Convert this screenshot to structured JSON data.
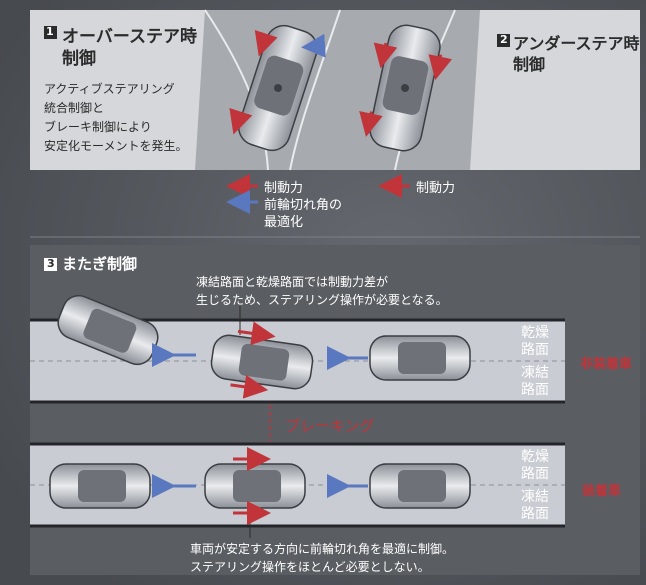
{
  "top": {
    "over_number": "1",
    "over_title_line1": "オーバーステア時",
    "over_title_line2": "制御",
    "over_desc": [
      "アクティブステアリング",
      "統合制御と",
      "ブレーキ制御により",
      "安定化モーメントを発生。"
    ],
    "under_number": "2",
    "under_title_line1": "アンダーステア時",
    "under_title_line2": "制御",
    "legend_brake_left": "制動力",
    "legend_angle_line1": "前輪切れ角の",
    "legend_angle_line2": "最適化",
    "legend_brake_right": "制動力"
  },
  "bottom": {
    "straddle_number": "3",
    "straddle_title": "またぎ制御",
    "note_top_line1": "凍結路面と乾燥路面では制動力差が",
    "note_top_line2": "生じるため、ステアリング操作が必要となる。",
    "dry_line1": "乾燥",
    "dry_line2": "路面",
    "frozen_line1": "凍結",
    "frozen_line2": "路面",
    "label_without": "非装着車",
    "braking": "ブレーキング",
    "dry2_line1": "乾燥",
    "dry2_line2": "路面",
    "frozen2_line1": "凍結",
    "frozen2_line2": "路面",
    "label_with": "装着車",
    "note_bottom_line1": "車両が安定する方向に前輪切れ角を最適に制御。",
    "note_bottom_line2": "ステアリング操作をほとんど必要としない。"
  },
  "colors": {
    "background": "#4e5156",
    "road": "#c9ccd2",
    "brake_arrow": "#c1343a",
    "steer_arrow": "#5a78c0",
    "accent_red": "#c1343a"
  }
}
